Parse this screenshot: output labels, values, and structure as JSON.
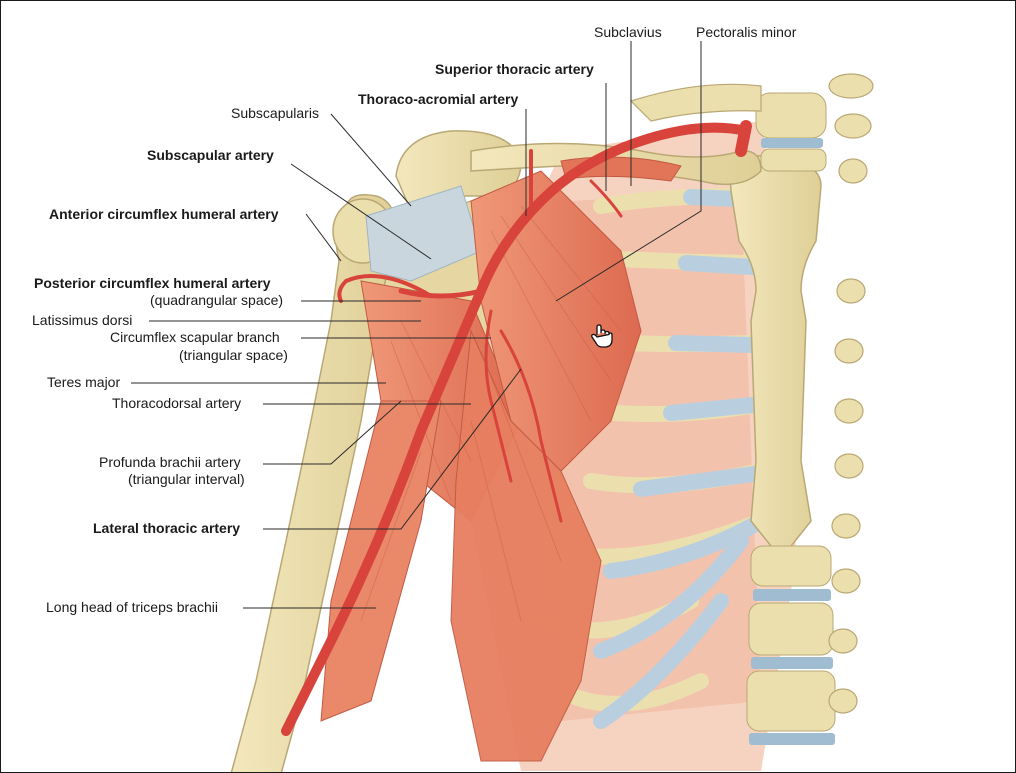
{
  "labels": {
    "subclavius": "Subclavius",
    "pectoralis_minor": "Pectoralis minor",
    "superior_thoracic_artery": "Superior thoracic artery",
    "thoraco_acromial_artery": "Thoraco-acromial artery",
    "subscapularis": "Subscapularis",
    "subscapular_artery": "Subscapular artery",
    "anterior_circumflex_humeral_artery": "Anterior circumflex humeral artery",
    "posterior_circumflex_humeral_artery": "Posterior circumflex humeral artery",
    "posterior_circumflex_humeral_artery_note": "(quadrangular space)",
    "latissimus_dorsi": "Latissimus dorsi",
    "circumflex_scapular_branch": "Circumflex scapular branch",
    "circumflex_scapular_branch_note": "(triangular space)",
    "teres_major": "Teres major",
    "thoracodorsal_artery": "Thoracodorsal artery",
    "profunda_brachii_artery": "Profunda brachii artery",
    "profunda_brachii_artery_note": "(triangular interval)",
    "lateral_thoracic_artery": "Lateral thoracic artery",
    "long_head_triceps": "Long head of triceps brachii"
  },
  "colors": {
    "bone": "#ecdfae",
    "bone_edge": "#b9a874",
    "muscle": "#e9896a",
    "muscle_dark": "#d4624a",
    "artery": "#d8433b",
    "cartilage": "#b9cfdf",
    "chest_wall": "#f4cbb7",
    "leader": "#2a2a2a"
  },
  "icons": {
    "cursor": "hand-pointer-icon"
  }
}
